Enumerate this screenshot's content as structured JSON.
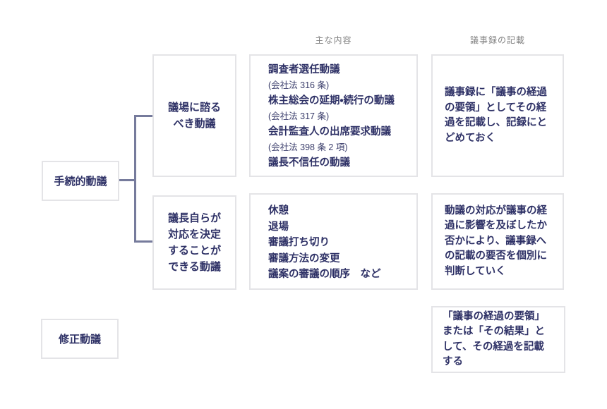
{
  "columns": {
    "content_header": "主な内容",
    "minutes_header": "議事録の記載"
  },
  "root": {
    "label": "手続的動議"
  },
  "row1": {
    "category_line1": "議場に諮る",
    "category_line2": "べき動議",
    "items": [
      {
        "title": "調査者選任動議",
        "note": "(会社法 316 条)"
      },
      {
        "title": "株主総会の延期・続行の動議",
        "note": "(会社法 317 条)"
      },
      {
        "title": "会計監査人の出席要求動議",
        "note": "(会社法 398 条 2 項)"
      },
      {
        "title": "議長不信任の動議",
        "note": ""
      }
    ],
    "minutes": "議事録に「議事の経過の要領」としてその経過を記載し、記録にとどめておく"
  },
  "row2": {
    "category_lines": {
      "0": "議長自らが",
      "1": "対応を決定",
      "2": "することが",
      "3": "できる動議"
    },
    "items": {
      "0": "休憩",
      "1": "退場",
      "2": "審議打ち切り",
      "3": "審議方法の変更",
      "4": "議案の審議の順序　など"
    },
    "minutes": "動議の対応が議事の経過に影響を及ぼしたか否かにより、議事録への記載の要否を個別に判断していく"
  },
  "amendment_row": {
    "label": "修正動議",
    "minutes": "「議事の経過の要領」または「その結果」として、その経過を記載する"
  },
  "colors": {
    "text_navy": "#2e3166",
    "connector": "#767b9c",
    "box_border": "#e4e4e7",
    "header_gray": "#818181"
  }
}
